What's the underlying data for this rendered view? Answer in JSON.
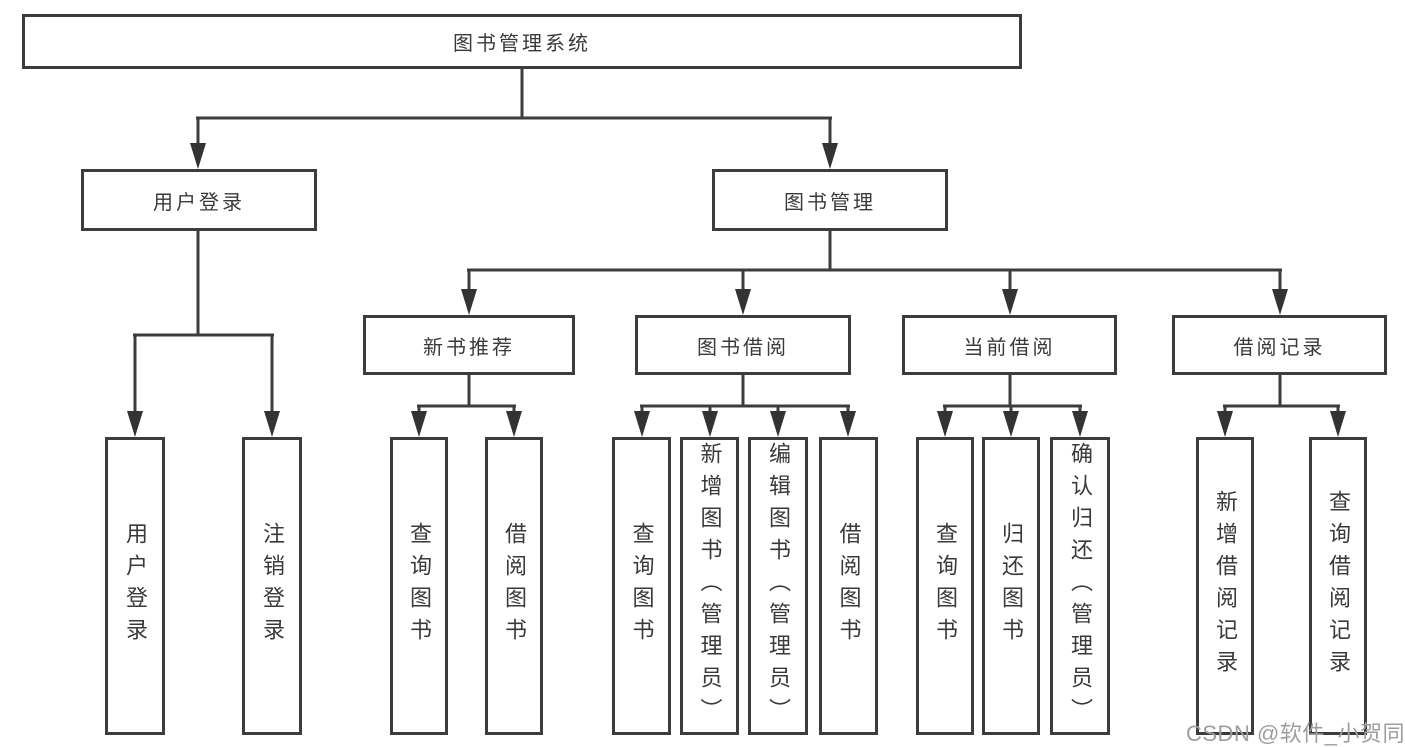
{
  "diagram_type": "hierarchy-tree",
  "colors": {
    "line": "#3c3c3c",
    "text": "#3a3a3a",
    "box_background": "#ffffff",
    "watermark": "#9e9e9e",
    "background": "#ffffff"
  },
  "nodes": {
    "root": {
      "label": "图书管理系统"
    },
    "user_login_group": {
      "label": "用户登录"
    },
    "book_mgmt": {
      "label": "图书管理"
    },
    "new_book_rec": {
      "label": "新书推荐"
    },
    "book_borrow": {
      "label": "图书借阅"
    },
    "current_borrow": {
      "label": "当前借阅"
    },
    "borrow_record": {
      "label": "借阅记录"
    },
    "user_login": {
      "label": "用户登录"
    },
    "logout": {
      "label": "注销登录"
    },
    "query_book_rec": {
      "label": "查询图书"
    },
    "borrow_book_rec": {
      "label": "借阅图书"
    },
    "query_book_borrow": {
      "label": "查询图书"
    },
    "add_book": {
      "label": "新增图书（管理员）"
    },
    "edit_book": {
      "label": "编辑图书（管理员）"
    },
    "borrow_book_borrow": {
      "label": "借阅图书"
    },
    "query_book_current": {
      "label": "查询图书"
    },
    "return_book": {
      "label": "归还图书"
    },
    "confirm_return": {
      "label": "确认归还（管理员）"
    },
    "add_borrow_record": {
      "label": "新增借阅记录"
    },
    "query_borrow_record": {
      "label": "查询借阅记录"
    }
  },
  "hierarchy": {
    "图书管理系统": [
      "用户登录",
      "图书管理"
    ],
    "用户登录": [
      "用户登录",
      "注销登录"
    ],
    "图书管理": [
      "新书推荐",
      "图书借阅",
      "当前借阅",
      "借阅记录"
    ],
    "新书推荐": [
      "查询图书",
      "借阅图书"
    ],
    "图书借阅": [
      "查询图书",
      "新增图书（管理员）",
      "编辑图书（管理员）",
      "借阅图书"
    ],
    "当前借阅": [
      "查询图书",
      "归还图书",
      "确认归还（管理员）"
    ],
    "借阅记录": [
      "新增借阅记录",
      "查询借阅记录"
    ]
  },
  "watermark": {
    "text": "CSDN @软件_小贺同学"
  }
}
